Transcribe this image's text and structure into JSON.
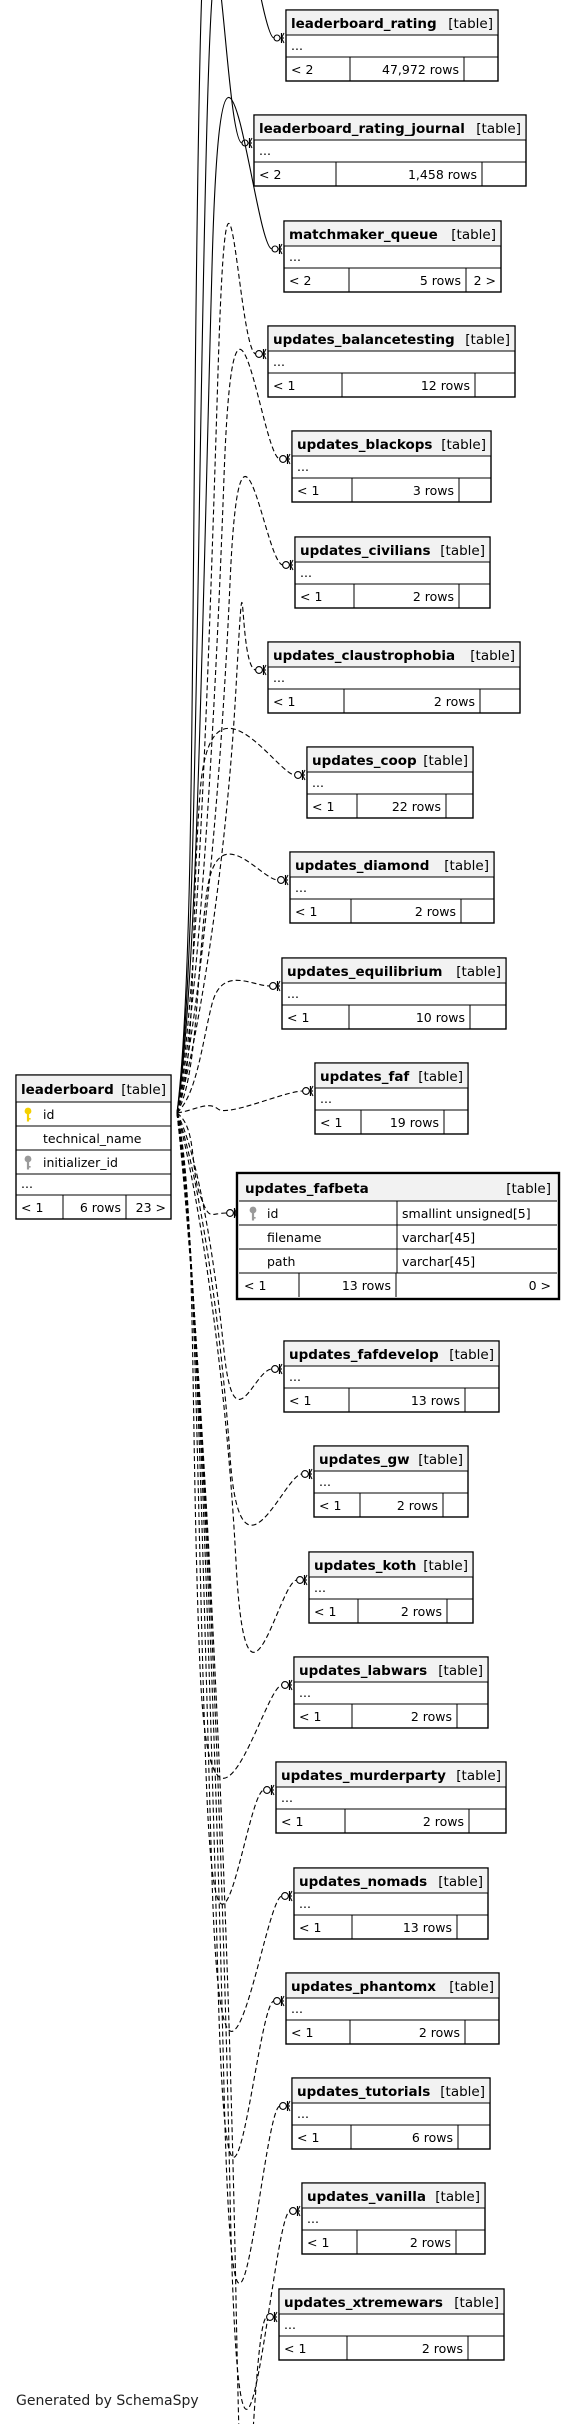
{
  "diagram": {
    "footer": "Generated by SchemaSpy",
    "central": {
      "name": "leaderboard",
      "kind": "[table]",
      "columns": [
        {
          "name": "id",
          "icon": "primary-key-icon"
        },
        {
          "name": "technical_name",
          "icon": ""
        },
        {
          "name": "initializer_id",
          "icon": "foreign-key-icon"
        }
      ],
      "ellipsis": "...",
      "stats": {
        "parents": "< 1",
        "rows": "6 rows",
        "children": "23 >"
      }
    },
    "tables": [
      {
        "name": "leaderboard_rating",
        "kind": "[table]",
        "ellipsis": "...",
        "parents": "< 2",
        "rows": "47,972 rows",
        "children": "",
        "link": "solid"
      },
      {
        "name": "leaderboard_rating_journal",
        "kind": "[table]",
        "ellipsis": "...",
        "parents": "< 2",
        "rows": "1,458 rows",
        "children": "",
        "link": "solid"
      },
      {
        "name": "matchmaker_queue",
        "kind": "[table]",
        "ellipsis": "...",
        "parents": "< 2",
        "rows": "5 rows",
        "children": "2 >",
        "link": "solid"
      },
      {
        "name": "updates_balancetesting",
        "kind": "[table]",
        "ellipsis": "...",
        "parents": "< 1",
        "rows": "12 rows",
        "children": "",
        "link": "dashed"
      },
      {
        "name": "updates_blackops",
        "kind": "[table]",
        "ellipsis": "...",
        "parents": "< 1",
        "rows": "3 rows",
        "children": "",
        "link": "dashed"
      },
      {
        "name": "updates_civilians",
        "kind": "[table]",
        "ellipsis": "...",
        "parents": "< 1",
        "rows": "2 rows",
        "children": "",
        "link": "dashed"
      },
      {
        "name": "updates_claustrophobia",
        "kind": "[table]",
        "ellipsis": "...",
        "parents": "< 1",
        "rows": "2 rows",
        "children": "",
        "link": "dashed"
      },
      {
        "name": "updates_coop",
        "kind": "[table]",
        "ellipsis": "...",
        "parents": "< 1",
        "rows": "22 rows",
        "children": "",
        "link": "dashed"
      },
      {
        "name": "updates_diamond",
        "kind": "[table]",
        "ellipsis": "...",
        "parents": "< 1",
        "rows": "2 rows",
        "children": "",
        "link": "dashed"
      },
      {
        "name": "updates_equilibrium",
        "kind": "[table]",
        "ellipsis": "...",
        "parents": "< 1",
        "rows": "10 rows",
        "children": "",
        "link": "dashed"
      },
      {
        "name": "updates_faf",
        "kind": "[table]",
        "ellipsis": "...",
        "parents": "< 1",
        "rows": "19 rows",
        "children": "",
        "link": "dashed"
      }
    ],
    "focus": {
      "name": "updates_fafbeta",
      "kind": "[table]",
      "columns": [
        {
          "name": "id",
          "type": "smallint unsigned[5]",
          "icon": "foreign-key-icon"
        },
        {
          "name": "filename",
          "type": "varchar[45]",
          "icon": ""
        },
        {
          "name": "path",
          "type": "varchar[45]",
          "icon": ""
        }
      ],
      "parents": "< 1",
      "rows": "13 rows",
      "children": "0 >"
    },
    "tables_below": [
      {
        "name": "updates_fafdevelop",
        "kind": "[table]",
        "ellipsis": "...",
        "parents": "< 1",
        "rows": "13 rows",
        "children": "",
        "link": "dashed"
      },
      {
        "name": "updates_gw",
        "kind": "[table]",
        "ellipsis": "...",
        "parents": "< 1",
        "rows": "2 rows",
        "children": "",
        "link": "dashed"
      },
      {
        "name": "updates_koth",
        "kind": "[table]",
        "ellipsis": "...",
        "parents": "< 1",
        "rows": "2 rows",
        "children": "",
        "link": "dashed"
      },
      {
        "name": "updates_labwars",
        "kind": "[table]",
        "ellipsis": "...",
        "parents": "< 1",
        "rows": "2 rows",
        "children": "",
        "link": "dashed"
      },
      {
        "name": "updates_murderparty",
        "kind": "[table]",
        "ellipsis": "...",
        "parents": "< 1",
        "rows": "2 rows",
        "children": "",
        "link": "dashed"
      },
      {
        "name": "updates_nomads",
        "kind": "[table]",
        "ellipsis": "...",
        "parents": "< 1",
        "rows": "13 rows",
        "children": "",
        "link": "dashed"
      },
      {
        "name": "updates_phantomx",
        "kind": "[table]",
        "ellipsis": "...",
        "parents": "< 1",
        "rows": "2 rows",
        "children": "",
        "link": "dashed"
      },
      {
        "name": "updates_tutorials",
        "kind": "[table]",
        "ellipsis": "...",
        "parents": "< 1",
        "rows": "6 rows",
        "children": "",
        "link": "dashed"
      },
      {
        "name": "updates_vanilla",
        "kind": "[table]",
        "ellipsis": "...",
        "parents": "< 1",
        "rows": "2 rows",
        "children": "",
        "link": "dashed"
      },
      {
        "name": "updates_xtremewars",
        "kind": "[table]",
        "ellipsis": "...",
        "parents": "< 1",
        "rows": "2 rows",
        "children": "",
        "link": "dashed"
      }
    ],
    "colors": {
      "header_fill": "#f2f2f2",
      "stroke": "#000000",
      "primary_key": "#f4d000",
      "foreign_key": "#9a9a9a"
    }
  }
}
